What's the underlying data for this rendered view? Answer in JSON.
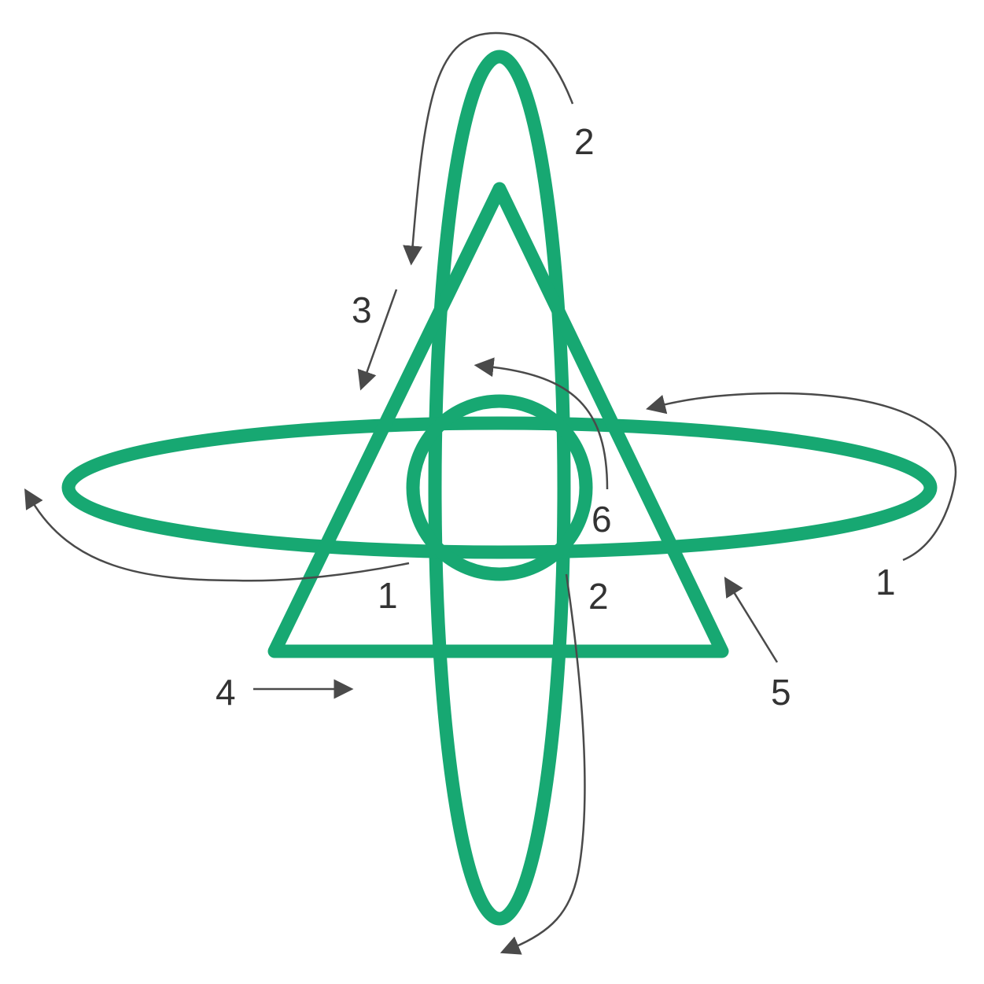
{
  "colors": {
    "knot": "#17a872",
    "arrow": "#4a4a4a",
    "label": "#333333"
  },
  "steps": {
    "top_loop": "2",
    "step_3": "3",
    "right_loop": "1",
    "left_loop": "1",
    "bottom_loop": "2",
    "step_4": "4",
    "step_5": "5",
    "step_6": "6"
  }
}
